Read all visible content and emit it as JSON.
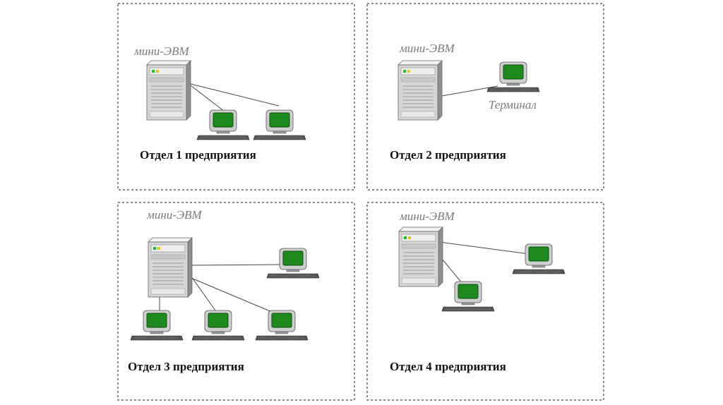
{
  "diagram": {
    "departments": [
      {
        "caption": "Отдел 1 предприятия",
        "server_label": "мини-ЭВМ"
      },
      {
        "caption": "Отдел 2 предприятия",
        "server_label": "мини-ЭВМ",
        "terminal_label": "Терминал"
      },
      {
        "caption": "Отдел 3 предприятия",
        "server_label": "мини-ЭВМ"
      },
      {
        "caption": "Отдел 4 предприятия",
        "server_label": "мини-ЭВМ"
      }
    ],
    "colors": {
      "screen": "#1f8a1f",
      "screen_dark": "#0c4f0c",
      "case_light": "#e4e4e4",
      "case_mid": "#bdbdbd",
      "case_dark": "#7d7d7d",
      "led_green": "#1fbf1f",
      "led_yellow": "#e2c82a"
    },
    "icons": [
      "minicomputer-server-icon",
      "terminal-workstation-icon"
    ]
  }
}
